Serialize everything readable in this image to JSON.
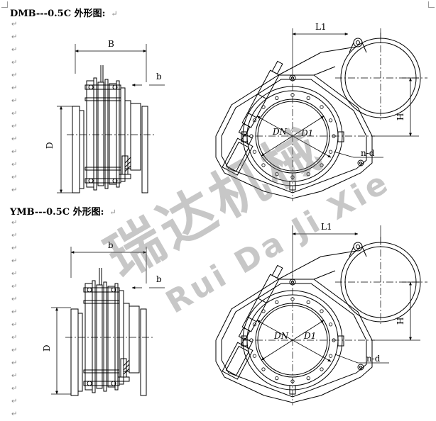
{
  "sections": [
    {
      "heading": "DMB---0.5C 外形图:",
      "labels": {
        "B": "B",
        "b": "b",
        "D": "D",
        "L1": "L1",
        "H": "H",
        "DN": "DN",
        "D1": "D1",
        "nd": "n-d"
      }
    },
    {
      "heading": "YMB---0.5C 外形图:",
      "labels": {
        "B": "b",
        "b": "b",
        "D": "D",
        "L1": "L1",
        "H": "H",
        "DN": "DN",
        "D1": "D1",
        "nd": "n-d"
      }
    }
  ],
  "return_mark": "↵",
  "watermark": {
    "chinese": "瑞达机械",
    "latin": "Rui Da Ji Xie"
  }
}
